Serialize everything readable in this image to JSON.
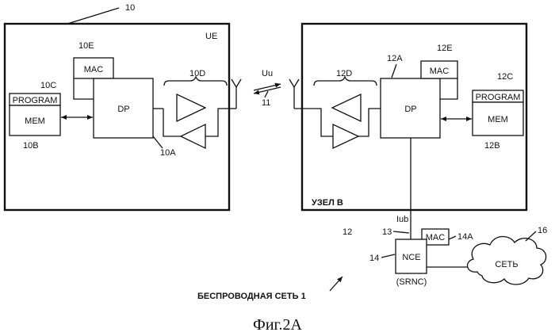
{
  "labels": {
    "ue_ref": "10",
    "ue_name": "UE",
    "ue_mac_ref": "10E",
    "ue_mac": "MAC",
    "ue_program_ref": "10C",
    "ue_program": "PROGRAM",
    "ue_mem": "MEM",
    "ue_mem_ref": "10B",
    "ue_dp": "DP",
    "ue_dp_ref": "10A",
    "ue_tx_ref": "10D",
    "uu": "Uu",
    "link_ref": "11",
    "nb_dp_ref": "12A",
    "nb_mac_ref": "12E",
    "nb_mac": "MAC",
    "nb_tx_ref": "12D",
    "nb_program_ref": "12C",
    "nb_program": "PROGRAM",
    "nb_dp": "DP",
    "nb_mem": "MEM",
    "nb_mem_ref": "12B",
    "nb_name": "УЗЕЛ В",
    "nb_ref": "12",
    "iub": "Iub",
    "iub_ref": "13",
    "nce_mac": "MAC",
    "nce_mac_ref": "14A",
    "nce_ref": "14",
    "nce": "NCE",
    "srnc": "(SRNC)",
    "net_ref": "16",
    "net": "СЕТЬ",
    "wireless_net": "БЕСПРОВОДНАЯ СЕТЬ 1",
    "caption": "Фиг.2А"
  }
}
